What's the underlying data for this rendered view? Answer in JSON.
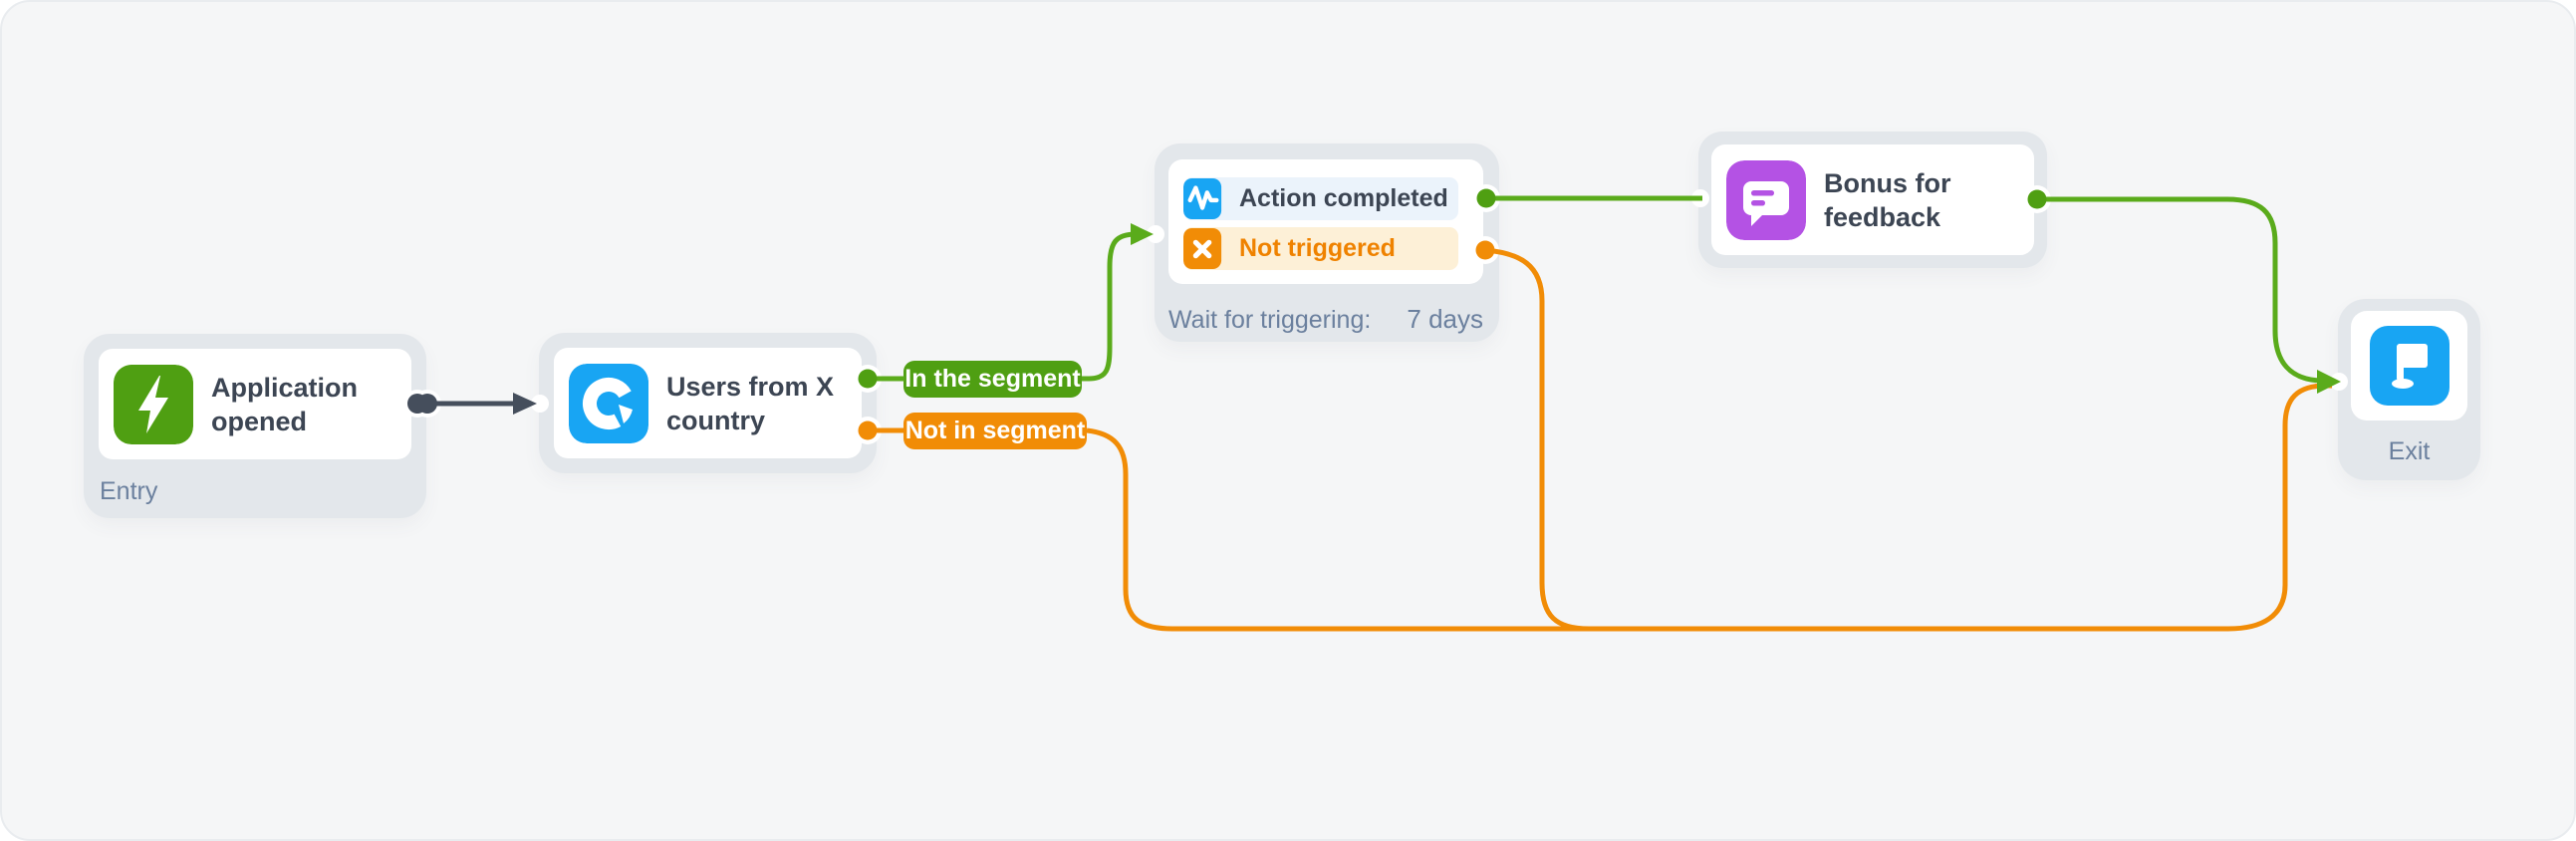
{
  "flow": {
    "entry_node": {
      "title": "Application opened",
      "label": "Entry"
    },
    "segment_node": {
      "title": "Users from X country",
      "branch_in": "In the segment",
      "branch_out": "Not in segment"
    },
    "trigger_node": {
      "row_completed": "Action completed",
      "row_not_triggered": "Not triggered",
      "wait_label": "Wait for triggering:",
      "wait_value": "7 days"
    },
    "message_node": {
      "title": "Bonus for feedback"
    },
    "exit_node": {
      "label": "Exit"
    }
  },
  "colors": {
    "canvas_bg": "#f5f6f7",
    "node_container_bg": "#e3e7eb",
    "green": "#4f9f12",
    "green_line": "#5aab1b",
    "orange": "#f18c06",
    "orange_text": "#ef8200",
    "blue": "#18a5f3",
    "purple": "#b452e4",
    "dark_connector": "#454e5c",
    "title_text": "#3c4553",
    "muted_text": "#6b809e",
    "row_blue_bg": "#ebf3fb",
    "row_cream_bg": "#fdf0d7"
  }
}
